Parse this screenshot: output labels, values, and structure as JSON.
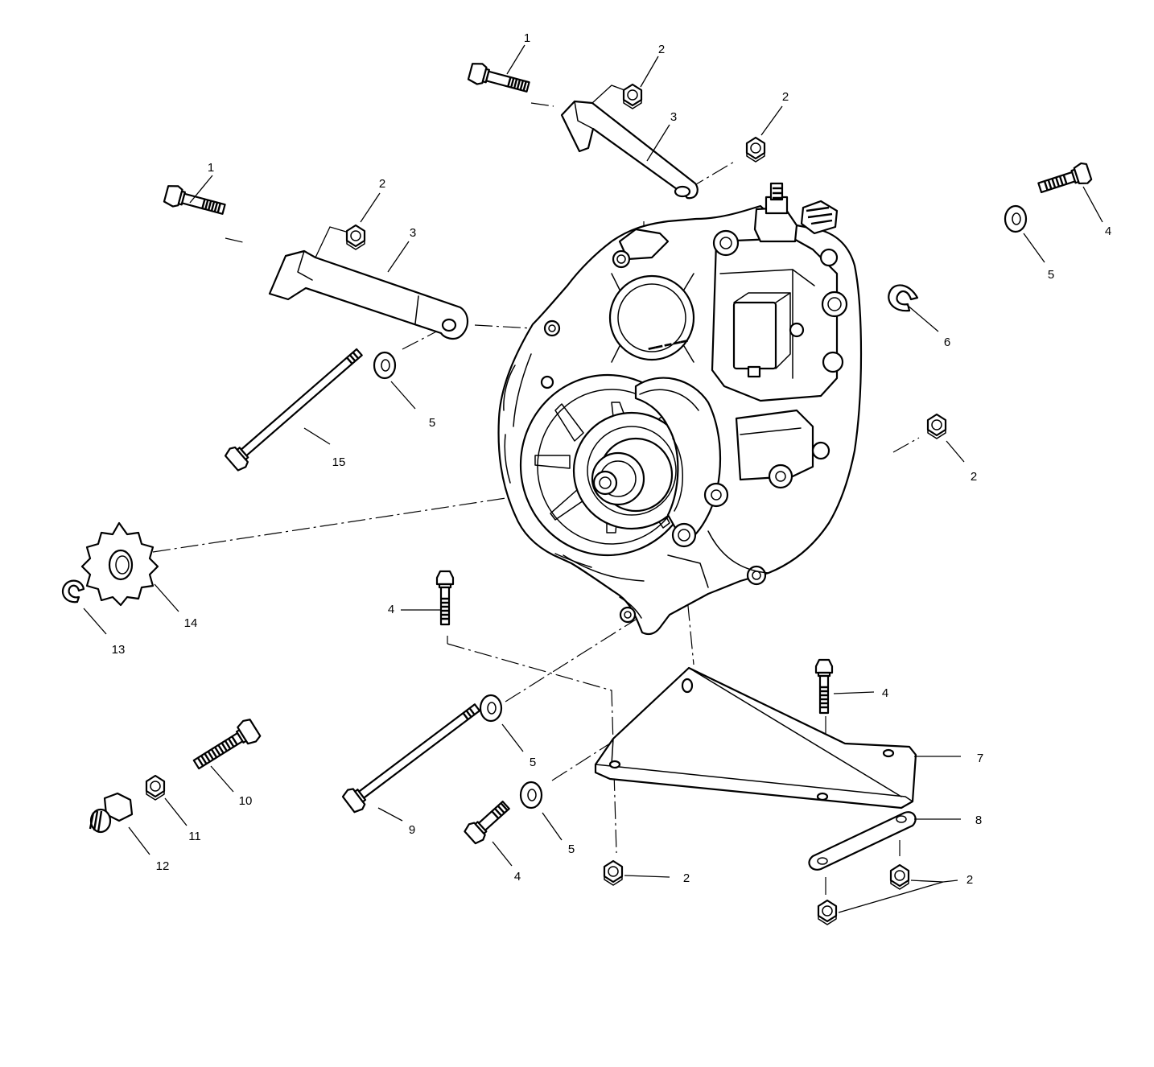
{
  "diagram": {
    "callouts": [
      {
        "id": "c1a",
        "label": "1"
      },
      {
        "id": "c1b",
        "label": "1"
      },
      {
        "id": "c2a",
        "label": "2"
      },
      {
        "id": "c2b",
        "label": "2"
      },
      {
        "id": "c2c",
        "label": "2"
      },
      {
        "id": "c2d",
        "label": "2"
      },
      {
        "id": "c2e",
        "label": "2"
      },
      {
        "id": "c2f",
        "label": "2"
      },
      {
        "id": "c3a",
        "label": "3"
      },
      {
        "id": "c3b",
        "label": "3"
      },
      {
        "id": "c4a",
        "label": "4"
      },
      {
        "id": "c4b",
        "label": "4"
      },
      {
        "id": "c4c",
        "label": "4"
      },
      {
        "id": "c4d",
        "label": "4"
      },
      {
        "id": "c5a",
        "label": "5"
      },
      {
        "id": "c5b",
        "label": "5"
      },
      {
        "id": "c5c",
        "label": "5"
      },
      {
        "id": "c5d",
        "label": "5"
      },
      {
        "id": "c6",
        "label": "6"
      },
      {
        "id": "c7",
        "label": "7"
      },
      {
        "id": "c8",
        "label": "8"
      },
      {
        "id": "c9",
        "label": "9"
      },
      {
        "id": "c10",
        "label": "10"
      },
      {
        "id": "c11",
        "label": "11"
      },
      {
        "id": "c12",
        "label": "12"
      },
      {
        "id": "c13",
        "label": "13"
      },
      {
        "id": "c14",
        "label": "14"
      },
      {
        "id": "c15",
        "label": "15"
      }
    ]
  }
}
